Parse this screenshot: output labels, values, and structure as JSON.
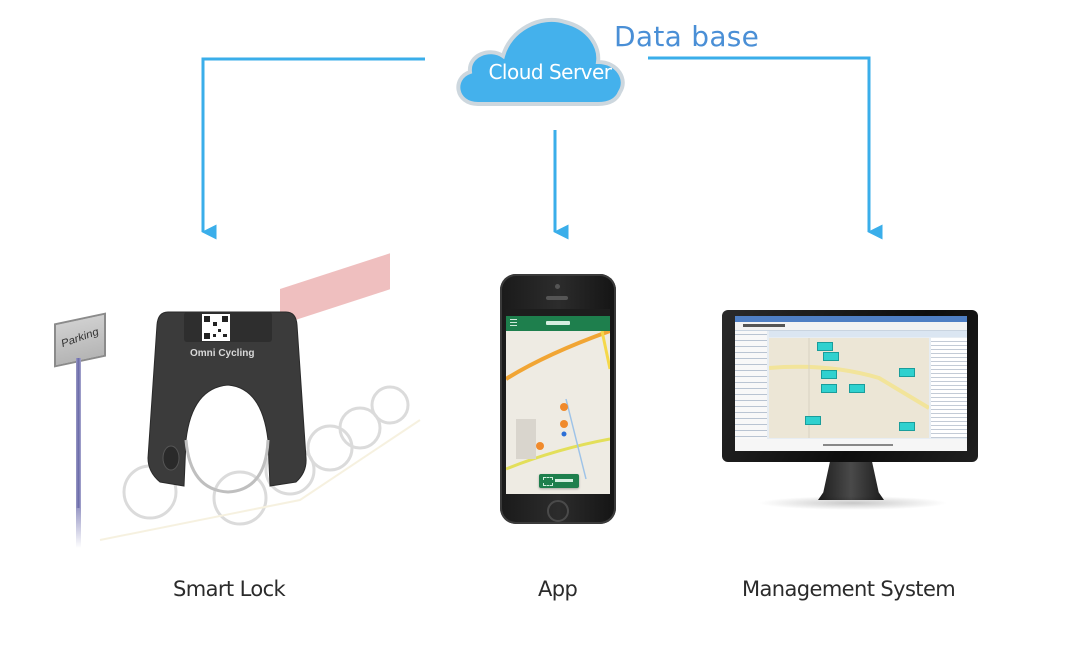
{
  "diagram": {
    "title": "Cloud Server to endpoints architecture",
    "colors": {
      "arrow": "#3aaeea",
      "cloud_fill": "#44b1ec",
      "cloud_rim": "#c9d6df",
      "database_label": "#4a8fd6",
      "caption_text": "#2b2b2b",
      "app_green": "#1e7f4d",
      "map_marker": "#f08a2c"
    },
    "hub": {
      "label": "Cloud Server",
      "icon": "cloud-icon",
      "annotation": "Data base"
    },
    "nodes": [
      {
        "id": "smart-lock",
        "caption": "Smart Lock",
        "icon": "bike-lock-icon",
        "details": {
          "sign_text": "Parking",
          "brand_text": "Omni Cycling"
        }
      },
      {
        "id": "app",
        "caption": "App",
        "icon": "smartphone-icon"
      },
      {
        "id": "management-system",
        "caption": "Management System",
        "icon": "desktop-monitor-icon"
      }
    ],
    "edges": [
      {
        "from": "cloud-server",
        "to": "smart-lock",
        "direction": "down"
      },
      {
        "from": "cloud-server",
        "to": "app",
        "direction": "down"
      },
      {
        "from": "cloud-server",
        "to": "management-system",
        "direction": "down"
      }
    ]
  }
}
